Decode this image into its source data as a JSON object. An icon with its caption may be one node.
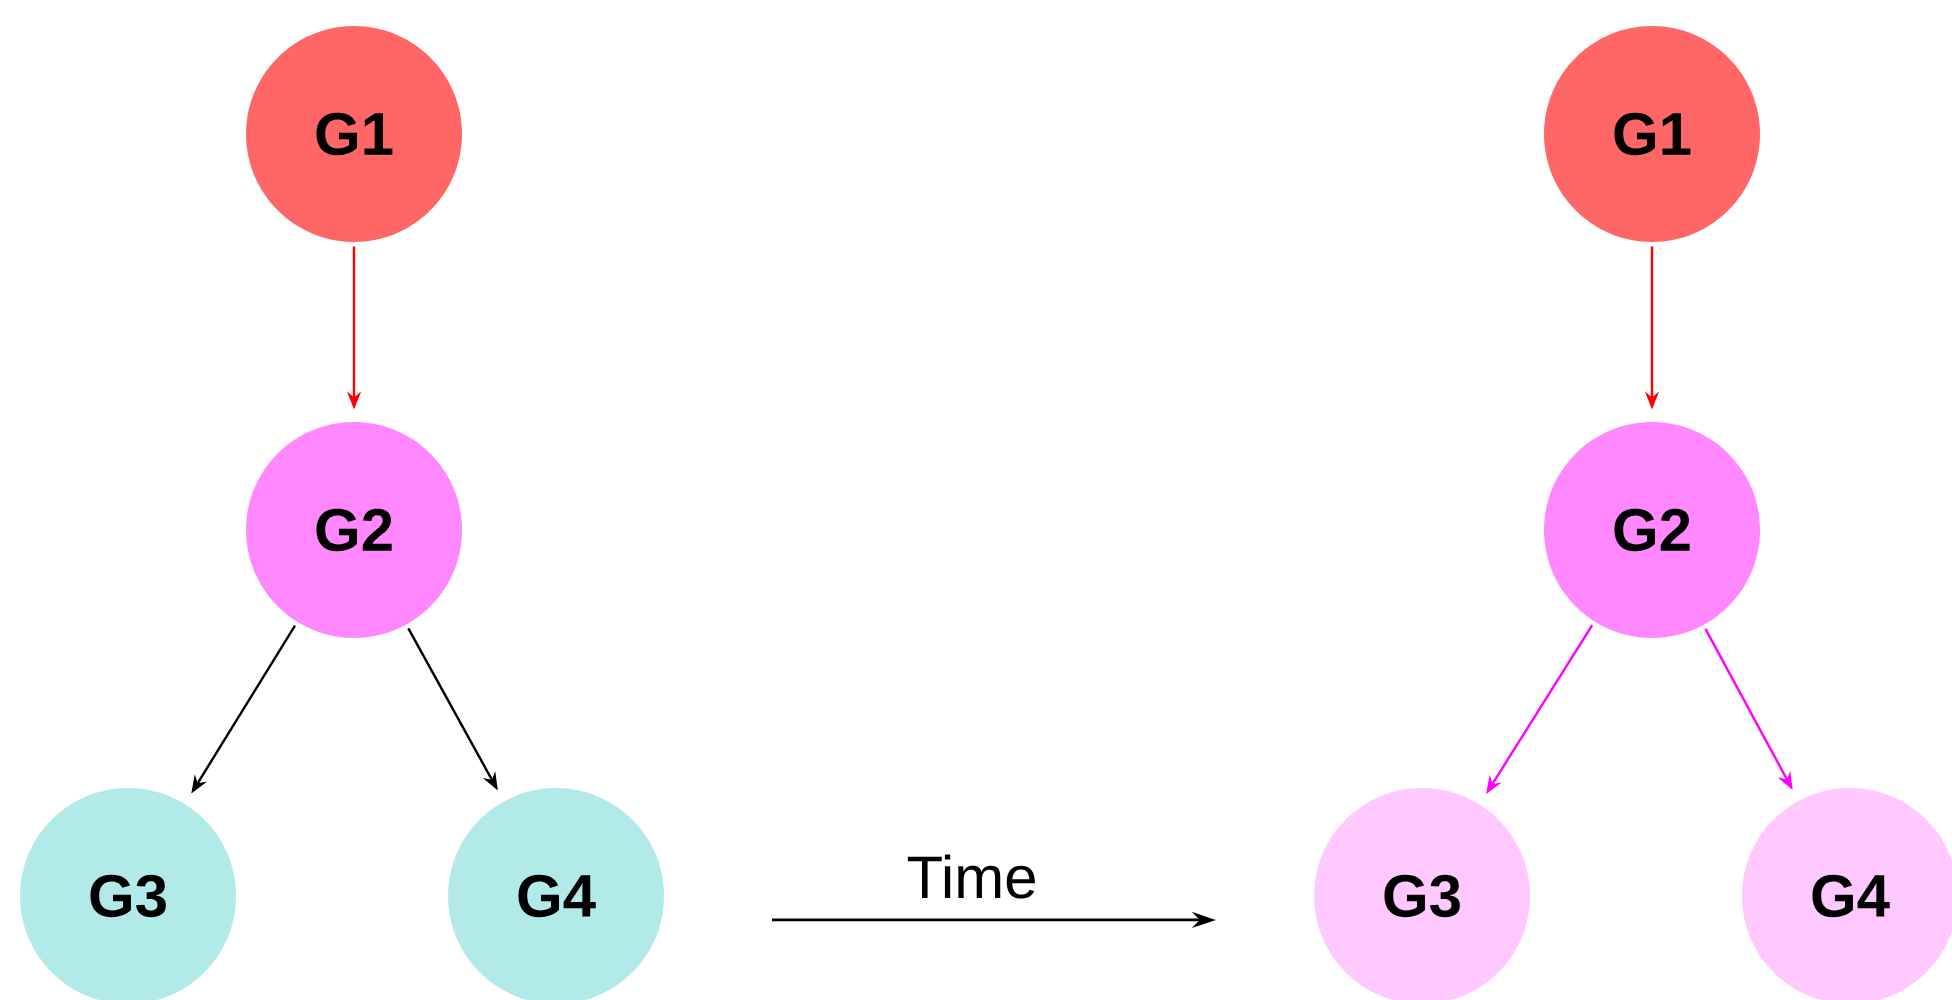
{
  "diagram": {
    "nodes": [
      {
        "text": [
          "G1"
        ]
      },
      {
        "text": [
          "G2"
        ]
      },
      {
        "text": [
          "G3"
        ]
      },
      {
        "text": [
          "G4"
        ]
      },
      {
        "text": [
          "G1"
        ]
      },
      {
        "text": [
          "G2"
        ]
      },
      {
        "text": [
          "G3"
        ]
      },
      {
        "text": [
          "G4"
        ]
      }
    ],
    "edges": [
      {
        "from": 0,
        "to": 1,
        "arrow": "to",
        "color": "#ff0000"
      },
      {
        "from": 1,
        "to": 2,
        "arrow": "to",
        "color": "#000000"
      },
      {
        "from": 1,
        "to": 3,
        "arrow": "to",
        "color": "#000000"
      },
      {
        "from": 4,
        "to": 5,
        "arrow": "to",
        "color": "#ff0000"
      },
      {
        "from": 5,
        "to": 6,
        "arrow": "to",
        "color": "#ff00ff"
      },
      {
        "from": 5,
        "to": 7,
        "arrow": "to",
        "color": "#ff00ff"
      }
    ],
    "labels": [
      "Time"
    ]
  }
}
